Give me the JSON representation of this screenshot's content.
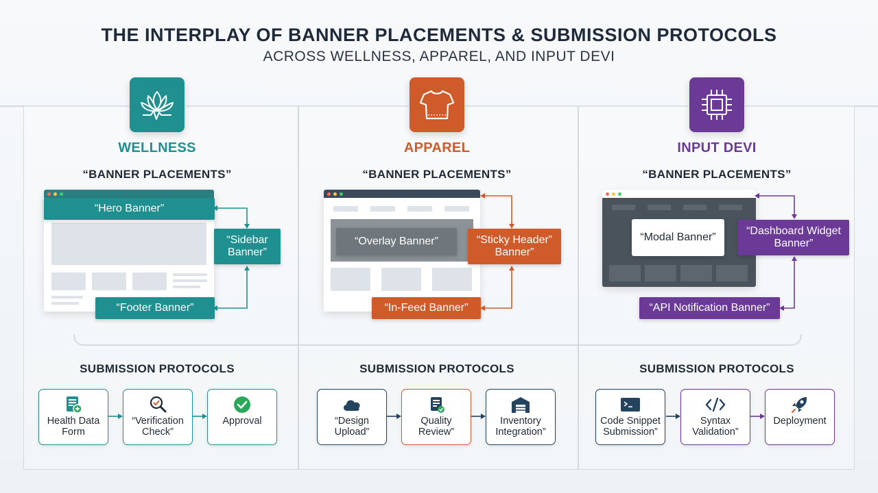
{
  "header": {
    "title": "THE INTERPLAY OF BANNER PLACEMENTS & SUBMISSION PROTOCOLS",
    "subtitle": "ACROSS WELLNESS, APPAREL, AND INPUT DEVI"
  },
  "colors": {
    "wellness": "#1f8f8f",
    "apparel": "#cf5a2a",
    "input": "#6b3a96"
  },
  "columns": [
    {
      "name": "WELLNESS",
      "icon": "lotus-heartbeat-icon",
      "placements_heading": "“BANNER PLACEMENTS”",
      "banners": [
        "“Hero Banner”",
        "“Sidebar Banner”",
        "“Footer Banner”"
      ],
      "protocols_heading": "SUBMISSION PROTOCOLS",
      "protocols": [
        {
          "label": "Health Data Form",
          "icon": "health-form-icon"
        },
        {
          "label": "“Verification Check”",
          "icon": "magnifier-check-icon"
        },
        {
          "label": "Approval",
          "icon": "check-circle-icon"
        }
      ]
    },
    {
      "name": "APPAREL",
      "icon": "tshirt-icon",
      "placements_heading": "“BANNER PLACEMENTS”",
      "banners": [
        "“Overlay Banner”",
        "“Sticky Header” Banner”",
        "“In-Feed Banner”"
      ],
      "protocols_heading": "SUBMISSION PROTOCOLS",
      "protocols": [
        {
          "label": "“Design Upload”",
          "icon": "cloud-upload-icon"
        },
        {
          "label": "Quality Review”",
          "icon": "review-clipboard-icon"
        },
        {
          "label": "Inventory Integration”",
          "icon": "warehouse-icon"
        }
      ]
    },
    {
      "name": "INPUT DEVI",
      "icon": "chip-icon",
      "placements_heading": "“BANNER PLACEMENTS”",
      "banners": [
        "“Modal Banner”",
        "“Dashboard Widget Banner”",
        "“API Notification Banner”"
      ],
      "protocols_heading": "SUBMISSION PROTOCOLS",
      "protocols": [
        {
          "label": "Code Snippet Submission”",
          "icon": "terminal-icon"
        },
        {
          "label": "Syntax Validation”",
          "icon": "code-brackets-icon"
        },
        {
          "label": "Deployment",
          "icon": "rocket-icon"
        }
      ]
    }
  ]
}
